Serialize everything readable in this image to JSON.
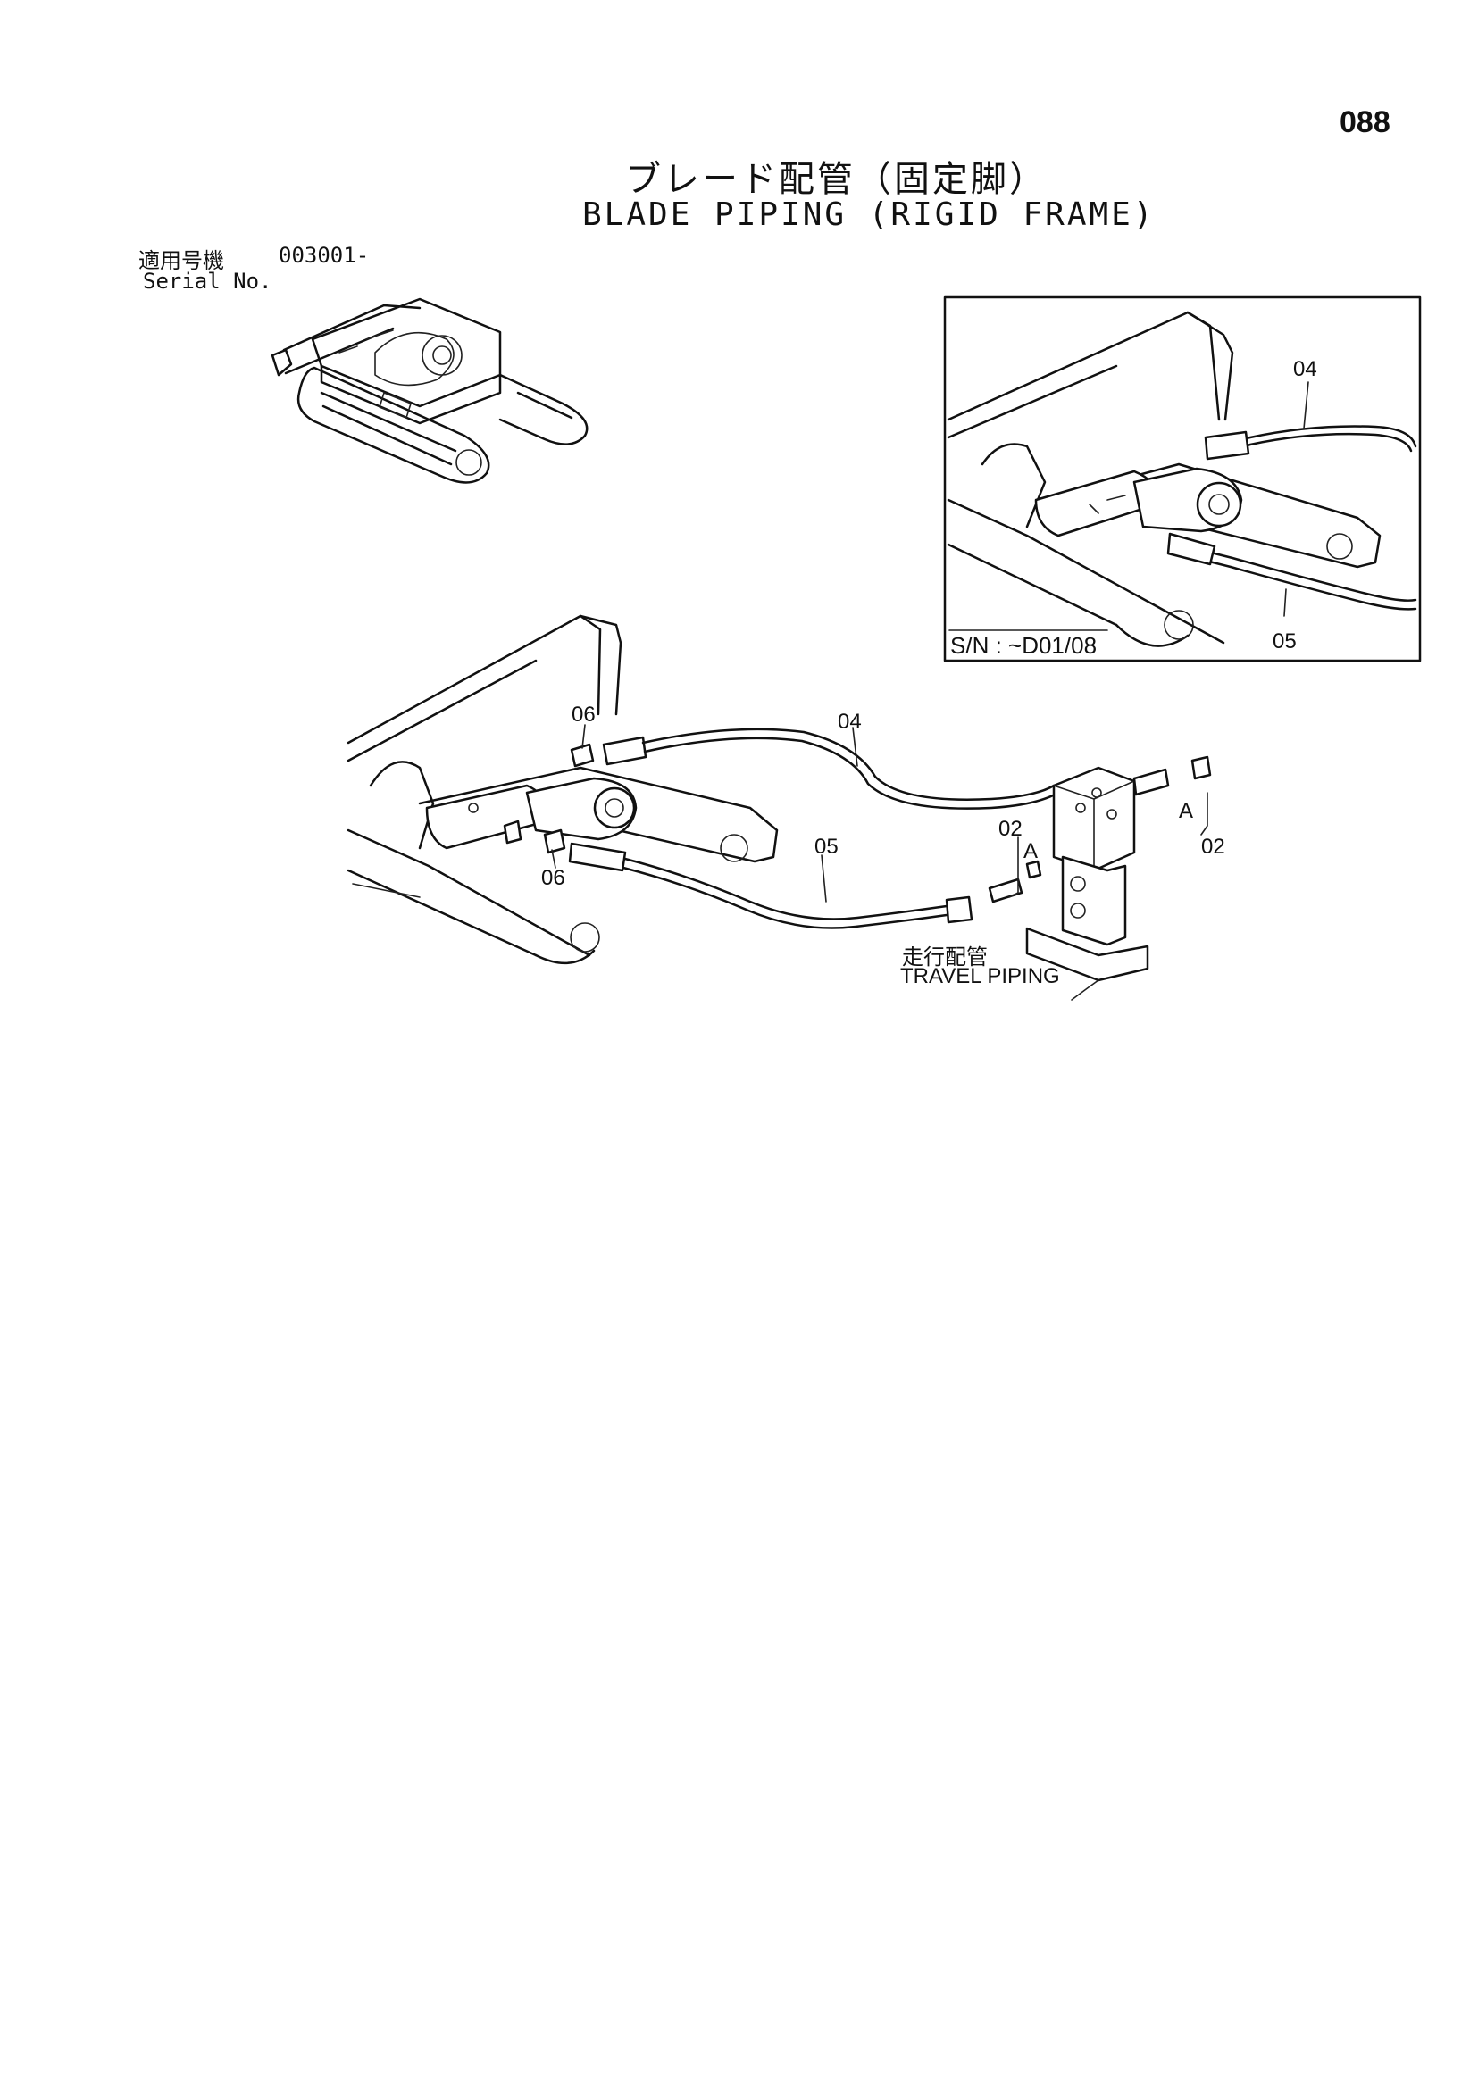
{
  "page": {
    "number": "088",
    "title_jp": "ブレード配管（固定脚）",
    "title_en": "BLADE PIPING (RIGID FRAME)"
  },
  "serial": {
    "label_jp": "適用号機",
    "value": "003001-",
    "label_en": "Serial No."
  },
  "inset": {
    "serial_note": "S/N : ~D01/08",
    "labels": {
      "hose_upper": "04",
      "hose_lower": "05"
    }
  },
  "main_diagram": {
    "labels": {
      "hose_upper": "04",
      "hose_lower": "05",
      "fitting_upper": "06",
      "fitting_lower": "06",
      "fitting_left": "02",
      "fitting_right": "02",
      "port_left": "A",
      "port_right": "A"
    },
    "travel_piping_jp": "走行配管",
    "travel_piping_en": "TRAVEL PIPING"
  }
}
